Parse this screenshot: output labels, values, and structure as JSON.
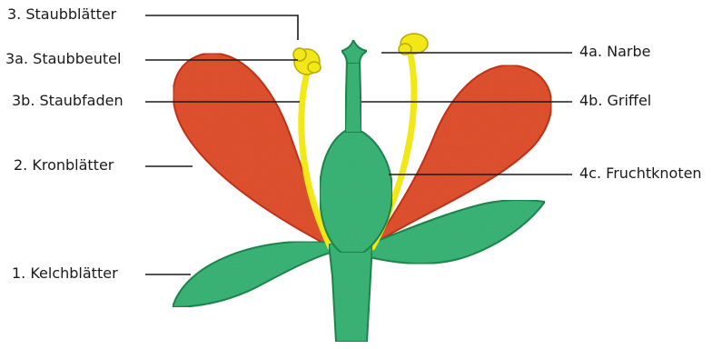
{
  "labels": {
    "stamens": "3. Staubblätter",
    "anther": "3a. Staubbeutel",
    "filament": "3b. Staubfaden",
    "petals": "2. Kronblätter",
    "sepals": "1. Kelchblätter",
    "stigma": "4a. Narbe",
    "style": "4b. Griffel",
    "ovary": "4c. Fruchtknoten"
  },
  "colors": {
    "petal": "#e4532f",
    "petal_edge": "#c8331a",
    "stamen": "#f2e818",
    "stamen_edge": "#b8a800",
    "green": "#3cb879",
    "green_edge": "#1e8a4e",
    "leader": "#1a1a1a"
  }
}
